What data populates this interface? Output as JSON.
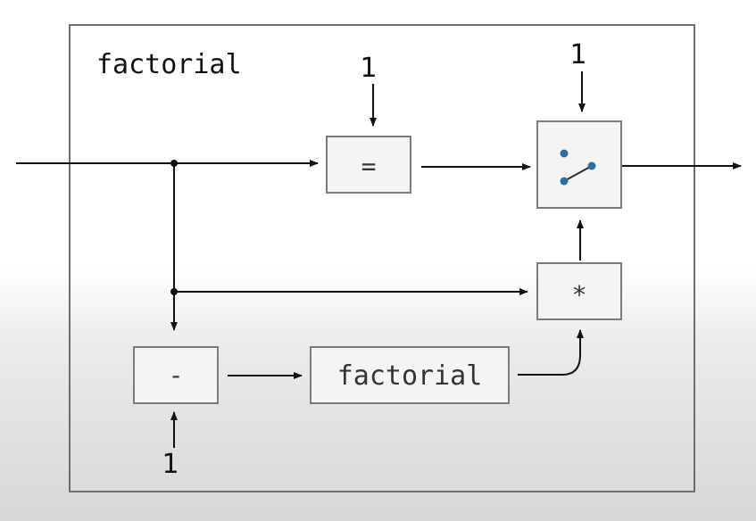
{
  "diagram": {
    "title": "factorial",
    "equals_op": "=",
    "multiply_op": "*",
    "subtract_op": "-",
    "recursive_call": "factorial",
    "const_equals": "1",
    "const_switch": "1",
    "const_subtract": "1"
  },
  "colors": {
    "switch_dot": "#2e6da4",
    "wire": "#111111",
    "box_stroke": "#7a7a7a"
  }
}
